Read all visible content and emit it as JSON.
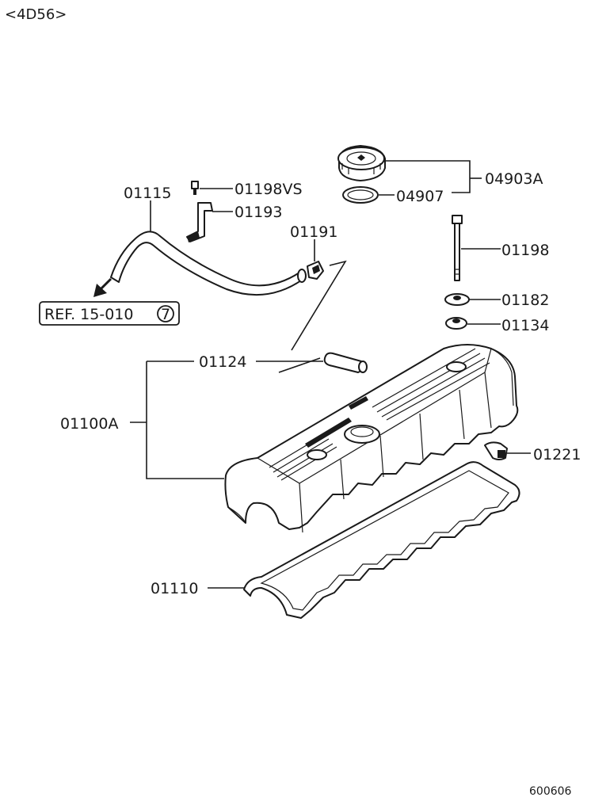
{
  "header": {
    "engine_code": "<4D56>"
  },
  "footer": {
    "drawing_code": "600606"
  },
  "reference": {
    "text": "REF. 15-010",
    "circle_number": "7"
  },
  "parts": [
    {
      "id": "cap",
      "label": "04903A"
    },
    {
      "id": "cap-gasket",
      "label": "04907"
    },
    {
      "id": "hose",
      "label": "01115"
    },
    {
      "id": "bolt-small",
      "label": "01198VS"
    },
    {
      "id": "bracket",
      "label": "01193"
    },
    {
      "id": "valve",
      "label": "01191"
    },
    {
      "id": "bolt-long",
      "label": "01198"
    },
    {
      "id": "washer",
      "label": "01182"
    },
    {
      "id": "grommet",
      "label": "01134"
    },
    {
      "id": "elbow",
      "label": "01124"
    },
    {
      "id": "cover-assy",
      "label": "01100A"
    },
    {
      "id": "plug",
      "label": "01221"
    },
    {
      "id": "cover-gasket",
      "label": "01110"
    }
  ]
}
